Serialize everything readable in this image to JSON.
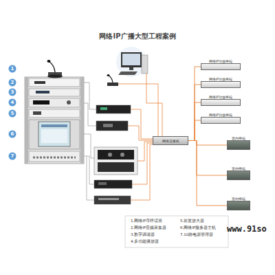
{
  "diagram": {
    "title": "网络IP广播大型工程案例",
    "nodes": [
      {
        "text": [
          "网络交换机"
        ]
      },
      {
        "text": [
          "网络IP功放终端"
        ]
      },
      {
        "text": [
          "网络IP功放终端"
        ]
      },
      {
        "text": [
          "网络IP功放终端"
        ]
      },
      {
        "text": [
          "网络IP功放终端"
        ]
      },
      {
        "text": [
          "室内终端"
        ]
      },
      {
        "text": [
          "室内终端"
        ]
      },
      {
        "text": [
          "室内终端"
        ]
      }
    ],
    "edges": [
      {
        "from": 0,
        "to": 1,
        "arrow": "none"
      },
      {
        "from": 0,
        "to": 2,
        "arrow": "none"
      },
      {
        "from": 0,
        "to": 3,
        "arrow": "none"
      },
      {
        "from": 0,
        "to": 4,
        "arrow": "none"
      },
      {
        "from": 0,
        "to": 5,
        "arrow": "none"
      },
      {
        "from": 0,
        "to": 6,
        "arrow": "none"
      },
      {
        "from": 0,
        "to": 7,
        "arrow": "none"
      }
    ],
    "labels": [
      "1",
      "2",
      "3",
      "4",
      "5",
      "6",
      "7",
      "1.网络IP寻呼话筒",
      "2.网络IP音频采集器",
      "3.数字调谐器",
      "4.多功能播放器",
      "5.前置放大器",
      "6.网络IP服务器主机",
      "7.10路电源管理器",
      "www.91so"
    ]
  }
}
